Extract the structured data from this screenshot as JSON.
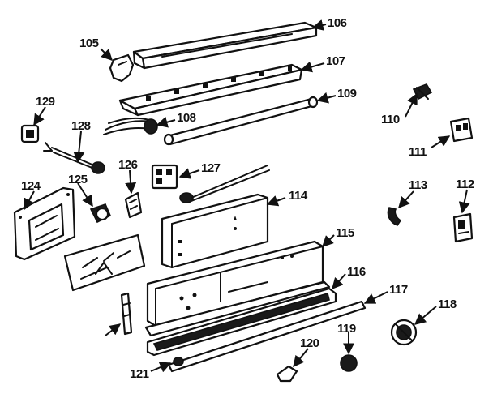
{
  "diagram": {
    "parts": [
      {
        "id": "p105",
        "label": "105"
      },
      {
        "id": "p106",
        "label": "106"
      },
      {
        "id": "p107",
        "label": "107"
      },
      {
        "id": "p108",
        "label": "108"
      },
      {
        "id": "p109",
        "label": "109"
      },
      {
        "id": "p110",
        "label": "110"
      },
      {
        "id": "p111",
        "label": "111"
      },
      {
        "id": "p112",
        "label": "112"
      },
      {
        "id": "p113",
        "label": "113"
      },
      {
        "id": "p114",
        "label": "114"
      },
      {
        "id": "p115",
        "label": "115"
      },
      {
        "id": "p116",
        "label": "116"
      },
      {
        "id": "p117",
        "label": "117"
      },
      {
        "id": "p118",
        "label": "118"
      },
      {
        "id": "p119",
        "label": "119"
      },
      {
        "id": "p120",
        "label": "120"
      },
      {
        "id": "p121",
        "label": "121"
      },
      {
        "id": "p124",
        "label": "124"
      },
      {
        "id": "p125",
        "label": "125"
      },
      {
        "id": "p126",
        "label": "126"
      },
      {
        "id": "p127",
        "label": "127"
      },
      {
        "id": "p128",
        "label": "128"
      },
      {
        "id": "p129",
        "label": "129"
      }
    ]
  }
}
